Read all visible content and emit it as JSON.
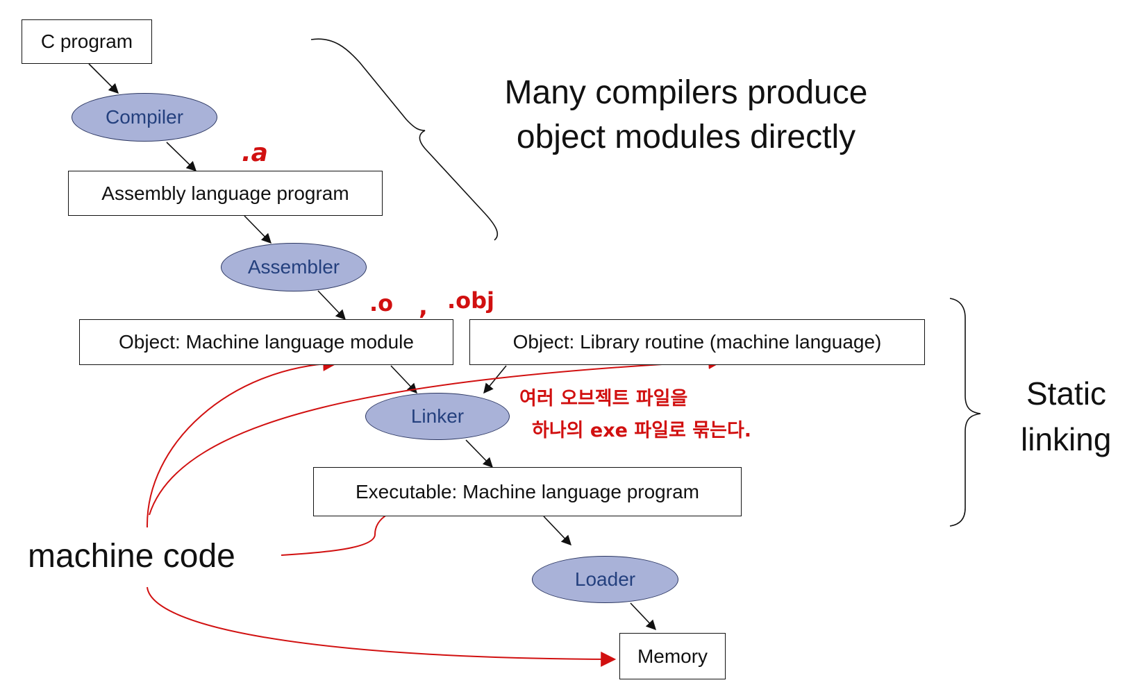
{
  "flow": {
    "c_program": "C program",
    "compiler": "Compiler",
    "assembly": "Assembly language program",
    "assembler": "Assembler",
    "object_module": "Object: Machine language module",
    "library_routine": "Object: Library routine (machine language)",
    "linker": "Linker",
    "executable": "Executable: Machine language program",
    "loader": "Loader",
    "memory": "Memory"
  },
  "annotations": {
    "compilers_line1": "Many compilers produce",
    "compilers_line2": "object modules directly",
    "static_line1": "Static",
    "static_line2": "linking",
    "machine_code": "machine code"
  },
  "handwritten": {
    "ext_a": ".a",
    "ext_o": ".o",
    "comma": ",",
    "ext_obj": ".obj",
    "linker_note_line1": "여러 오브젝트 파일을",
    "linker_note_line2": "하나의 exe 파일로 묶는다."
  },
  "colors": {
    "box_border": "#111111",
    "oval_fill": "#a9b2d8",
    "oval_text": "#24407e",
    "red_ink": "#d11010"
  }
}
